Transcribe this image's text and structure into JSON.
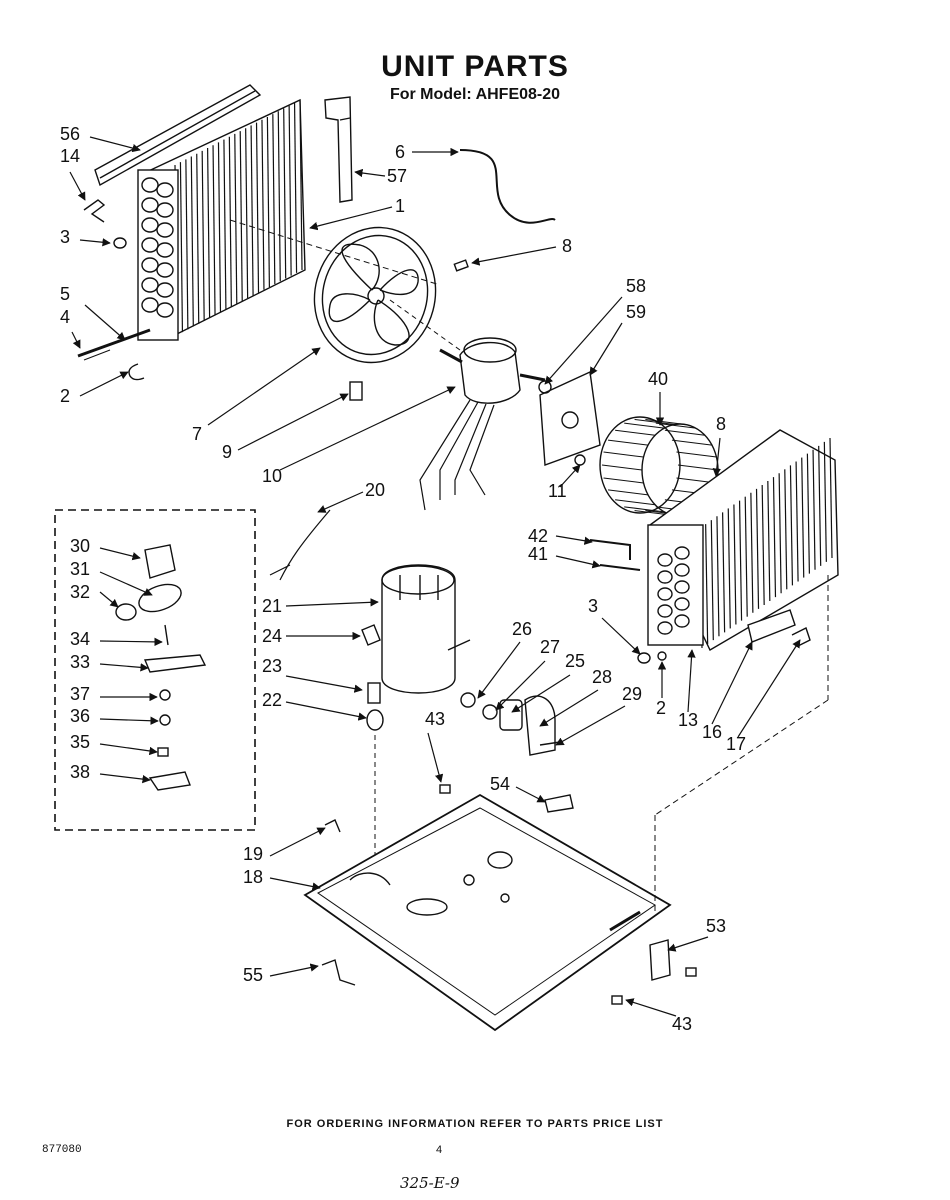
{
  "header": {
    "title": "UNIT PARTS",
    "subtitle": "For Model: AHFE08-20"
  },
  "footer": {
    "ordering_note": "FOR ORDERING INFORMATION REFER TO PARTS PRICE LIST",
    "document_number": "877080",
    "page_number": "4",
    "handwritten_note": "325-E-9"
  },
  "callouts": [
    {
      "id": "c56",
      "label": "56"
    },
    {
      "id": "c14",
      "label": "14"
    },
    {
      "id": "c3a",
      "label": "3"
    },
    {
      "id": "c5",
      "label": "5"
    },
    {
      "id": "c4",
      "label": "4"
    },
    {
      "id": "c2a",
      "label": "2"
    },
    {
      "id": "c6",
      "label": "6"
    },
    {
      "id": "c57",
      "label": "57"
    },
    {
      "id": "c1",
      "label": "1"
    },
    {
      "id": "c8a",
      "label": "8"
    },
    {
      "id": "c58",
      "label": "58"
    },
    {
      "id": "c59",
      "label": "59"
    },
    {
      "id": "c40",
      "label": "40"
    },
    {
      "id": "c8b",
      "label": "8"
    },
    {
      "id": "c7",
      "label": "7"
    },
    {
      "id": "c9",
      "label": "9"
    },
    {
      "id": "c10",
      "label": "10"
    },
    {
      "id": "c11",
      "label": "11"
    },
    {
      "id": "c20",
      "label": "20"
    },
    {
      "id": "c42",
      "label": "42"
    },
    {
      "id": "c41",
      "label": "41"
    },
    {
      "id": "c30",
      "label": "30"
    },
    {
      "id": "c31",
      "label": "31"
    },
    {
      "id": "c32",
      "label": "32"
    },
    {
      "id": "c34",
      "label": "34"
    },
    {
      "id": "c33",
      "label": "33"
    },
    {
      "id": "c37",
      "label": "37"
    },
    {
      "id": "c36",
      "label": "36"
    },
    {
      "id": "c35",
      "label": "35"
    },
    {
      "id": "c38",
      "label": "38"
    },
    {
      "id": "c21",
      "label": "21"
    },
    {
      "id": "c24",
      "label": "24"
    },
    {
      "id": "c23",
      "label": "23"
    },
    {
      "id": "c22",
      "label": "22"
    },
    {
      "id": "c26",
      "label": "26"
    },
    {
      "id": "c27",
      "label": "27"
    },
    {
      "id": "c25",
      "label": "25"
    },
    {
      "id": "c28",
      "label": "28"
    },
    {
      "id": "c29",
      "label": "29"
    },
    {
      "id": "c3b",
      "label": "3"
    },
    {
      "id": "c2b",
      "label": "2"
    },
    {
      "id": "c13",
      "label": "13"
    },
    {
      "id": "c16",
      "label": "16"
    },
    {
      "id": "c17",
      "label": "17"
    },
    {
      "id": "c43a",
      "label": "43"
    },
    {
      "id": "c54",
      "label": "54"
    },
    {
      "id": "c19",
      "label": "19"
    },
    {
      "id": "c18",
      "label": "18"
    },
    {
      "id": "c53",
      "label": "53"
    },
    {
      "id": "c55",
      "label": "55"
    },
    {
      "id": "c43b",
      "label": "43"
    }
  ]
}
